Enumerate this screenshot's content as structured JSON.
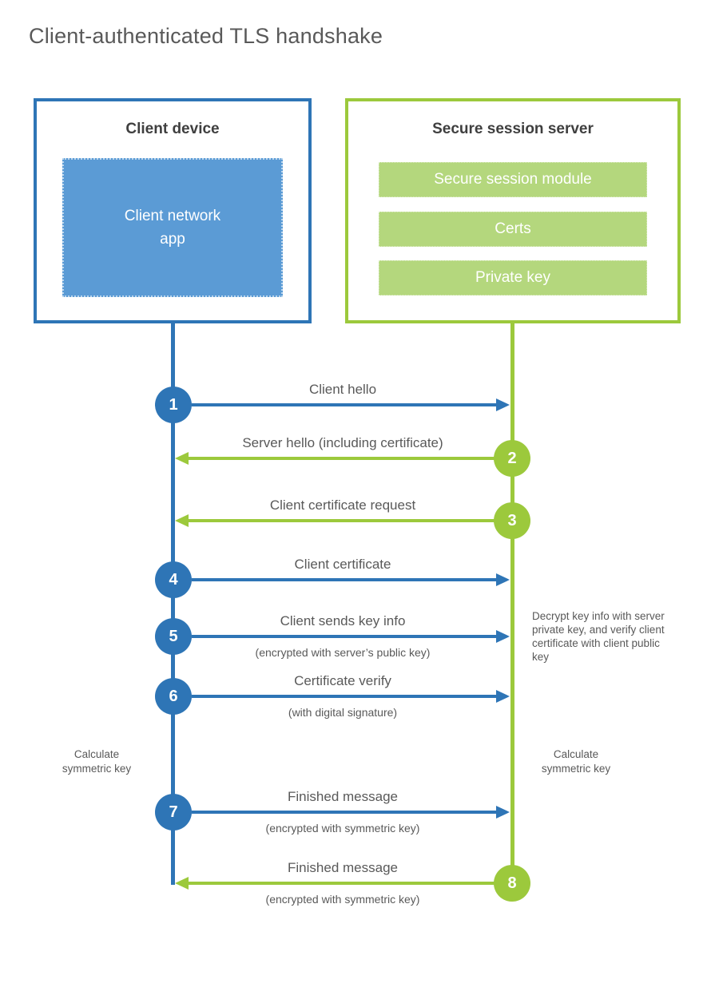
{
  "title": "Client-authenticated TLS handshake",
  "colors": {
    "client_accent": "#2E75B6",
    "client_fill": "#5B9BD5",
    "server_accent": "#9CC93C",
    "server_fill": "#B4D77D",
    "text": "#595959",
    "heading_text": "#3F3F3F"
  },
  "client": {
    "title": "Client device",
    "inner_label": "Client network\napp"
  },
  "server": {
    "title": "Secure session server",
    "modules": [
      "Secure session module",
      "Certs",
      "Private key"
    ]
  },
  "steps": [
    {
      "number": "1",
      "from": "client",
      "to": "server",
      "label": "Client hello",
      "sublabel": ""
    },
    {
      "number": "2",
      "from": "server",
      "to": "client",
      "label": "Server hello (including certificate)",
      "sublabel": ""
    },
    {
      "number": "3",
      "from": "server",
      "to": "client",
      "label": "Client certificate request",
      "sublabel": ""
    },
    {
      "number": "4",
      "from": "client",
      "to": "server",
      "label": "Client certificate",
      "sublabel": ""
    },
    {
      "number": "5",
      "from": "client",
      "to": "server",
      "label": "Client sends key info",
      "sublabel": "(encrypted with server’s public key)"
    },
    {
      "number": "6",
      "from": "client",
      "to": "server",
      "label": "Certificate verify",
      "sublabel": "(with digital signature)"
    },
    {
      "number": "7",
      "from": "client",
      "to": "server",
      "label": "Finished message",
      "sublabel": "(encrypted with symmetric key)"
    },
    {
      "number": "8",
      "from": "server",
      "to": "client",
      "label": "Finished message",
      "sublabel": "(encrypted with symmetric key)"
    }
  ],
  "annotations": {
    "decrypt_note": "Decrypt key info with server private key, and verify client certificate with client public key",
    "calc_left": "Calculate\nsymmetric key",
    "calc_right": "Calculate\nsymmetric key"
  }
}
